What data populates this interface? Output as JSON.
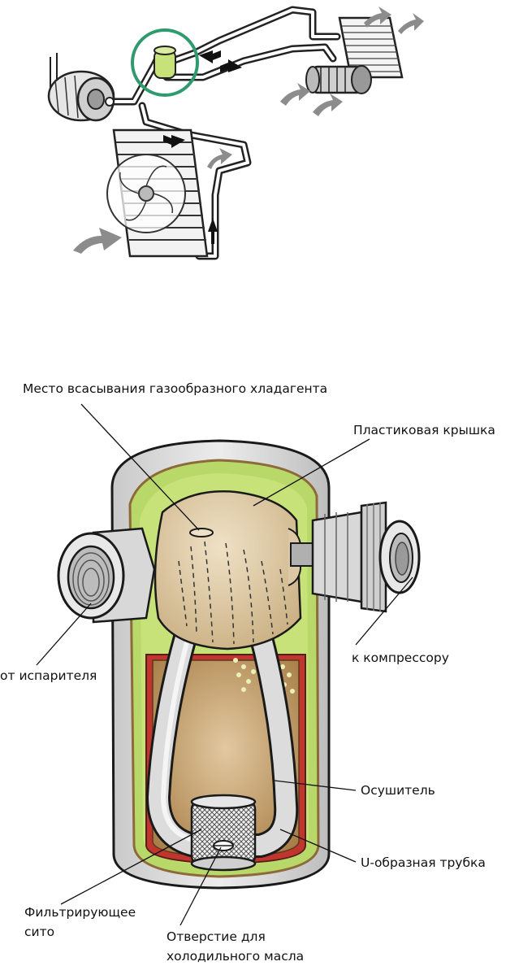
{
  "diagram": {
    "labels": {
      "suction_point": "Место всасывания газообразного хладагента",
      "plastic_cap": "Пластиковая крышка",
      "from_evaporator": "от испарителя",
      "to_compressor": "к компрессору",
      "desiccant": "Осушитель",
      "u_tube": "U-образная трубка",
      "filter_screen": "Фильтрирующее\nсито",
      "oil_hole": "Отверстие для\nхолодильного масла"
    },
    "colors": {
      "highlight_circle": "#2e9a6e",
      "receiver_green": "#c8e27a",
      "shell_grey": "#d6d6d6",
      "cap_tan": "#dcc8a4",
      "desiccant_brown": "#b88e5a",
      "liner_green": "#a9cf45",
      "sleeve_red": "#c0352e",
      "arrow_grey": "#8c8c8c"
    }
  }
}
